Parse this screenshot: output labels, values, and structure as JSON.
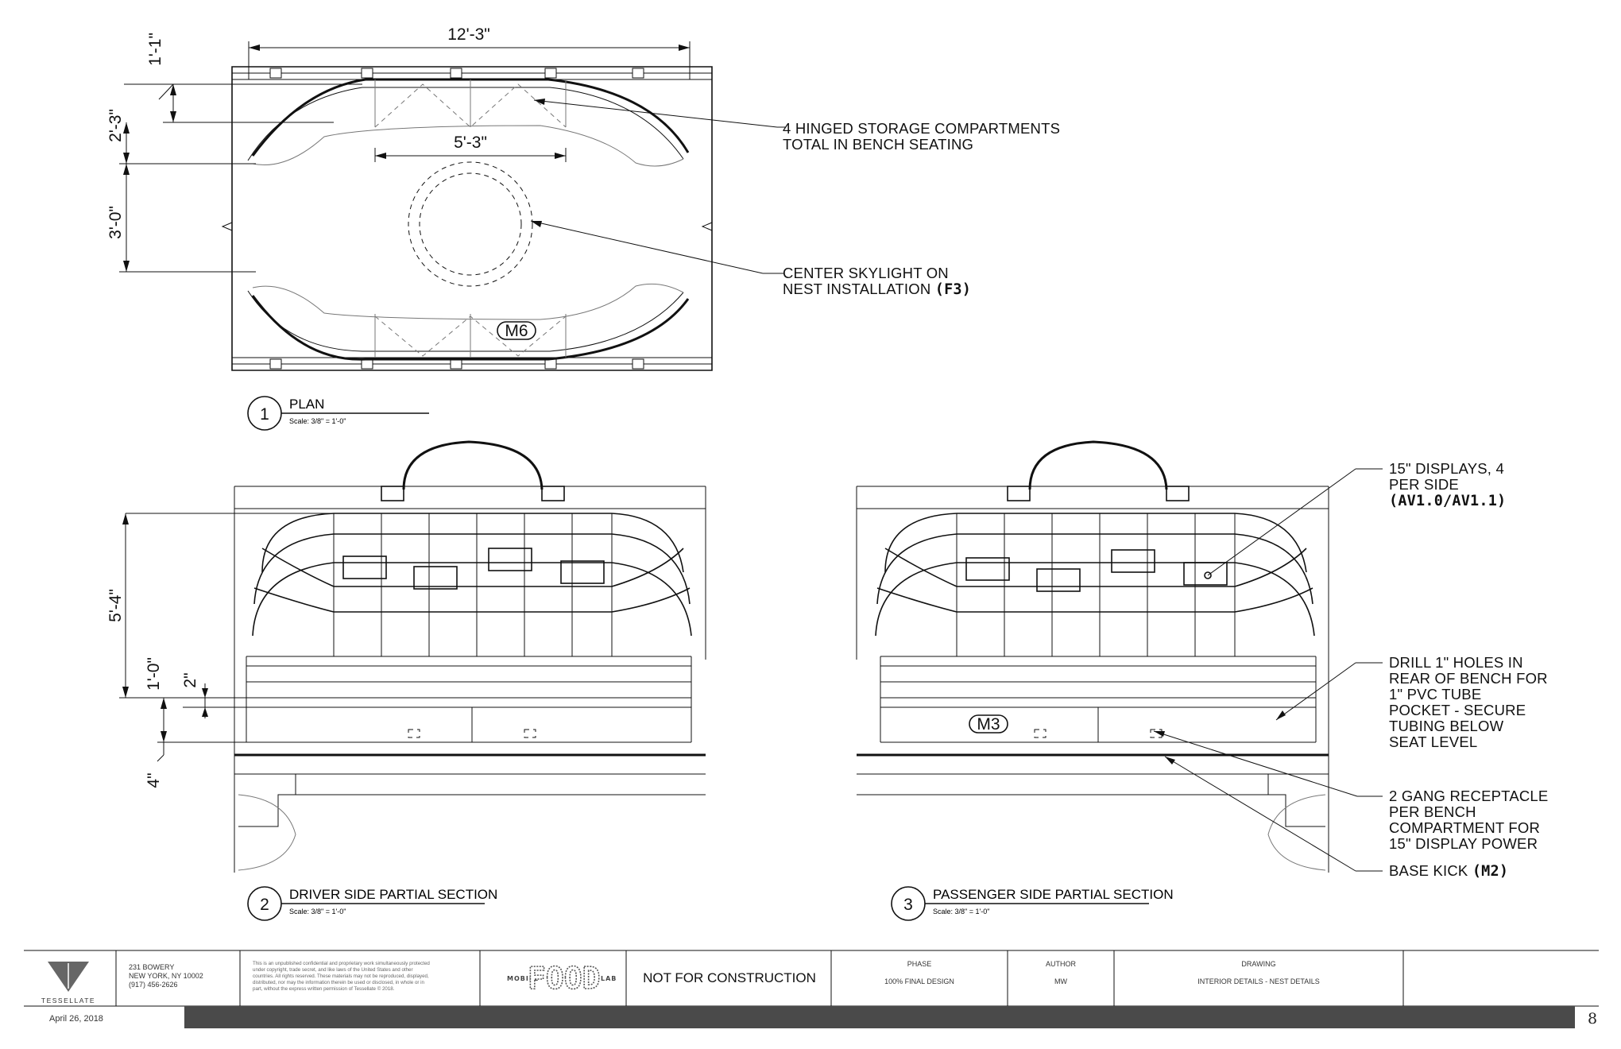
{
  "dimensions": {
    "plan_width": "12'-3\"",
    "plan_top_offset": "1'-1\"",
    "plan_bench_depth": "2'-3\"",
    "plan_center_gap": "3'-0\"",
    "plan_compartment_span": "5'-3\"",
    "section_height": "5'-4\"",
    "section_seat_height": "1'-0\"",
    "section_seat_thk": "2\"",
    "section_kick": "4\""
  },
  "notes": {
    "storage_line1": "4 HINGED STORAGE COMPARTMENTS",
    "storage_line2": "TOTAL IN BENCH SEATING",
    "skylight_line1": "CENTER SKYLIGHT ON",
    "skylight_line2": "NEST INSTALLATION",
    "skylight_ref": "(F3)",
    "displays_line1": "15\" DISPLAYS, 4",
    "displays_line2": "PER SIDE",
    "displays_ref": "(AV1.0/AV1.1)",
    "drill_lines": [
      "DRILL 1\" HOLES IN",
      "REAR OF BENCH FOR",
      "1\" PVC TUBE",
      "POCKET - SECURE",
      "TUBING BELOW",
      "SEAT LEVEL"
    ],
    "receptacle_lines": [
      "2 GANG RECEPTACLE",
      "PER BENCH",
      "COMPARTMENT FOR",
      "15\" DISPLAY POWER"
    ],
    "basekick_label": "BASE KICK",
    "basekick_ref": "(M2)"
  },
  "tags": {
    "plan_tag": "M6",
    "section_tag": "M3"
  },
  "views": [
    {
      "number": "1",
      "title": "PLAN",
      "scale": "Scale: 3/8\" = 1'-0\""
    },
    {
      "number": "2",
      "title": "DRIVER SIDE PARTIAL SECTION",
      "scale": "Scale: 3/8\" = 1'-0\""
    },
    {
      "number": "3",
      "title": "PASSENGER SIDE PARTIAL SECTION",
      "scale": "Scale: 3/8\" = 1'-0\""
    }
  ],
  "title_block": {
    "firm": "TESSELLATE",
    "address_lines": [
      "231 BOWERY",
      "NEW YORK, NY 10002",
      "(917) 456-2626"
    ],
    "disclaimer_lines": [
      "This is an unpublished confidential and proprietary work simultaneously protected",
      "under copyright, trade secret, and like laws of the United States and other",
      "countries. All rights reserved. These materials may not be reproduced, displayed,",
      "distributed, nor may the information therein be used or disclosed, in whole or in",
      "part, without the express written permission of Tessellate © 2018."
    ],
    "logo_left": "MOBILE",
    "logo_main": "FOOD",
    "logo_right": "LAB",
    "status": "NOT FOR CONSTRUCTION",
    "phase_label": "PHASE",
    "phase_value": "100% FINAL DESIGN",
    "author_label": "AUTHOR",
    "author_value": "MW",
    "drawing_label": "DRAWING",
    "drawing_value": "INTERIOR DETAILS - NEST DETAILS",
    "date": "April 26, 2018",
    "sheet_number": "8"
  }
}
